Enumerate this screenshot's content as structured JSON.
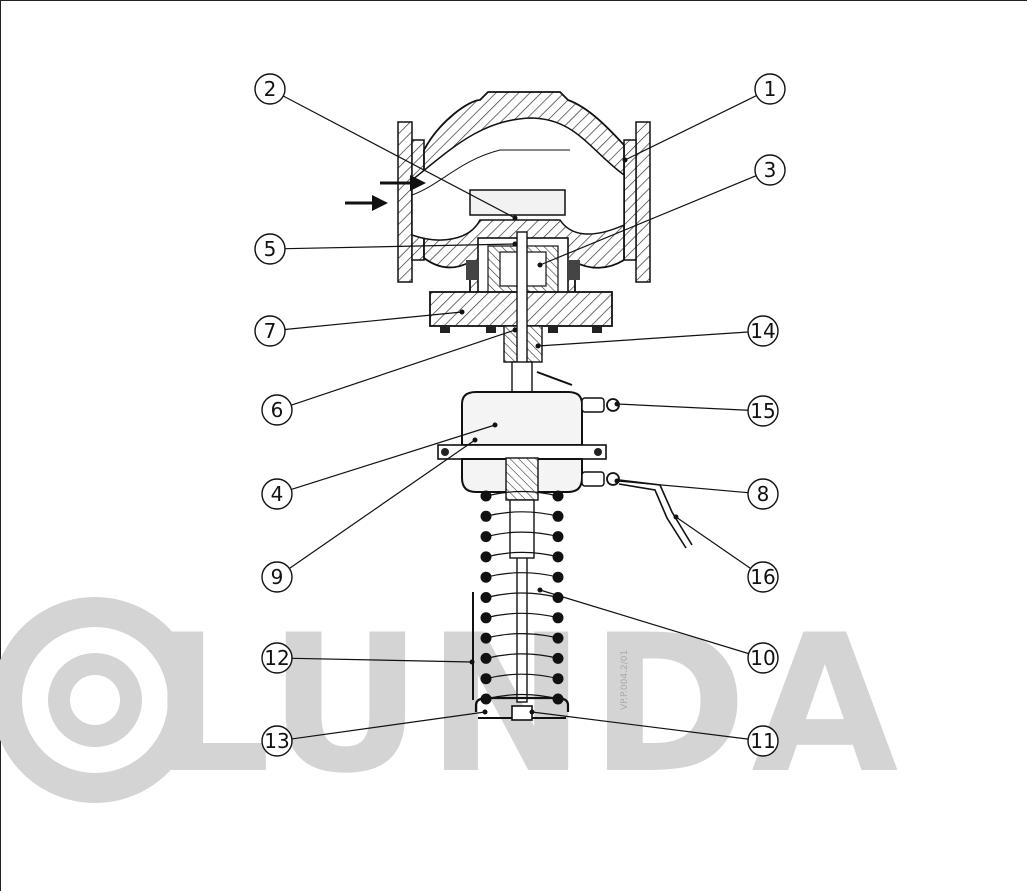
{
  "watermark": {
    "text": "LUNDA",
    "color": "#d4d4d4"
  },
  "drawing_code": "VP.P.004.2/01",
  "callouts": [
    {
      "id": "callout-1",
      "label": "1"
    },
    {
      "id": "callout-2",
      "label": "2"
    },
    {
      "id": "callout-3",
      "label": "3"
    },
    {
      "id": "callout-4",
      "label": "4"
    },
    {
      "id": "callout-5",
      "label": "5"
    },
    {
      "id": "callout-6",
      "label": "6"
    },
    {
      "id": "callout-7",
      "label": "7"
    },
    {
      "id": "callout-8",
      "label": "8"
    },
    {
      "id": "callout-9",
      "label": "9"
    },
    {
      "id": "callout-10",
      "label": "10"
    },
    {
      "id": "callout-11",
      "label": "11"
    },
    {
      "id": "callout-12",
      "label": "12"
    },
    {
      "id": "callout-13",
      "label": "13"
    },
    {
      "id": "callout-14",
      "label": "14"
    },
    {
      "id": "callout-15",
      "label": "15"
    },
    {
      "id": "callout-16",
      "label": "16"
    }
  ]
}
